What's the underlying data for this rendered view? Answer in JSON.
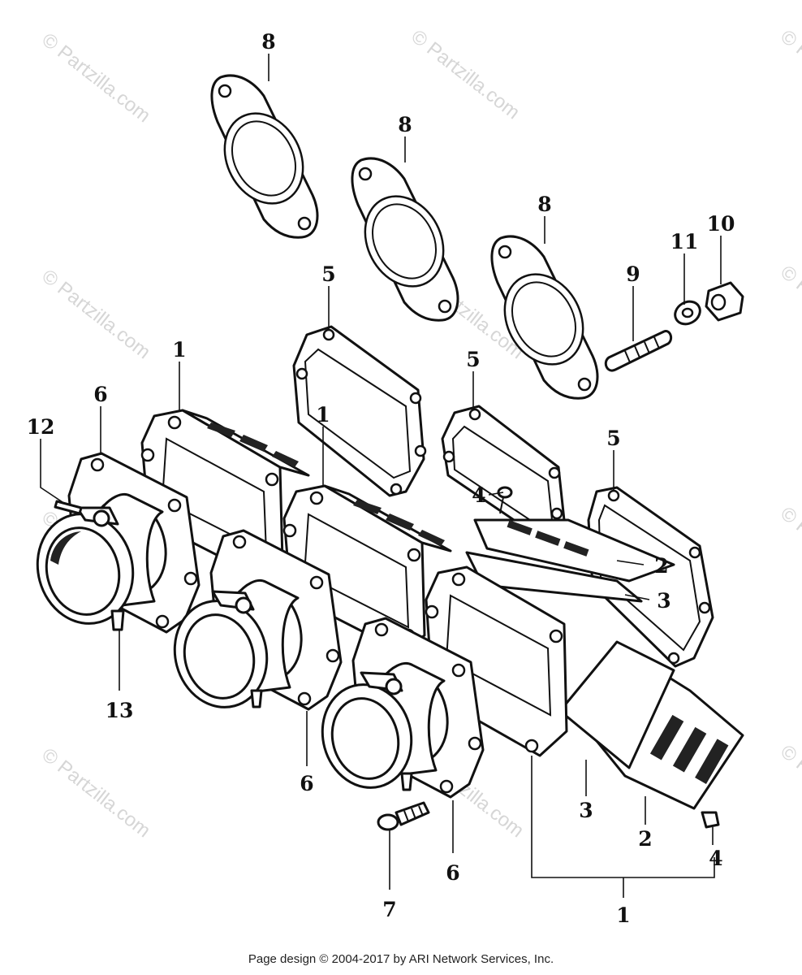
{
  "watermark": "© Partzilla.com",
  "callouts": {
    "c8a": "8",
    "c8b": "8",
    "c8c": "8",
    "c5a": "5",
    "c5b": "5",
    "c5c": "5",
    "c9": "9",
    "c11": "11",
    "c10": "10",
    "c1a": "1",
    "c1b": "1",
    "c1c": "1",
    "c6a": "6",
    "c6b": "6",
    "c6c": "6",
    "c12": "12",
    "c13": "13",
    "c4a": "4",
    "c4b": "4",
    "c2a": "2",
    "c2b": "2",
    "c3a": "3",
    "c3b": "3",
    "c7": "7"
  },
  "footer": "Page design © 2004-2017 by ARI Network Services, Inc."
}
